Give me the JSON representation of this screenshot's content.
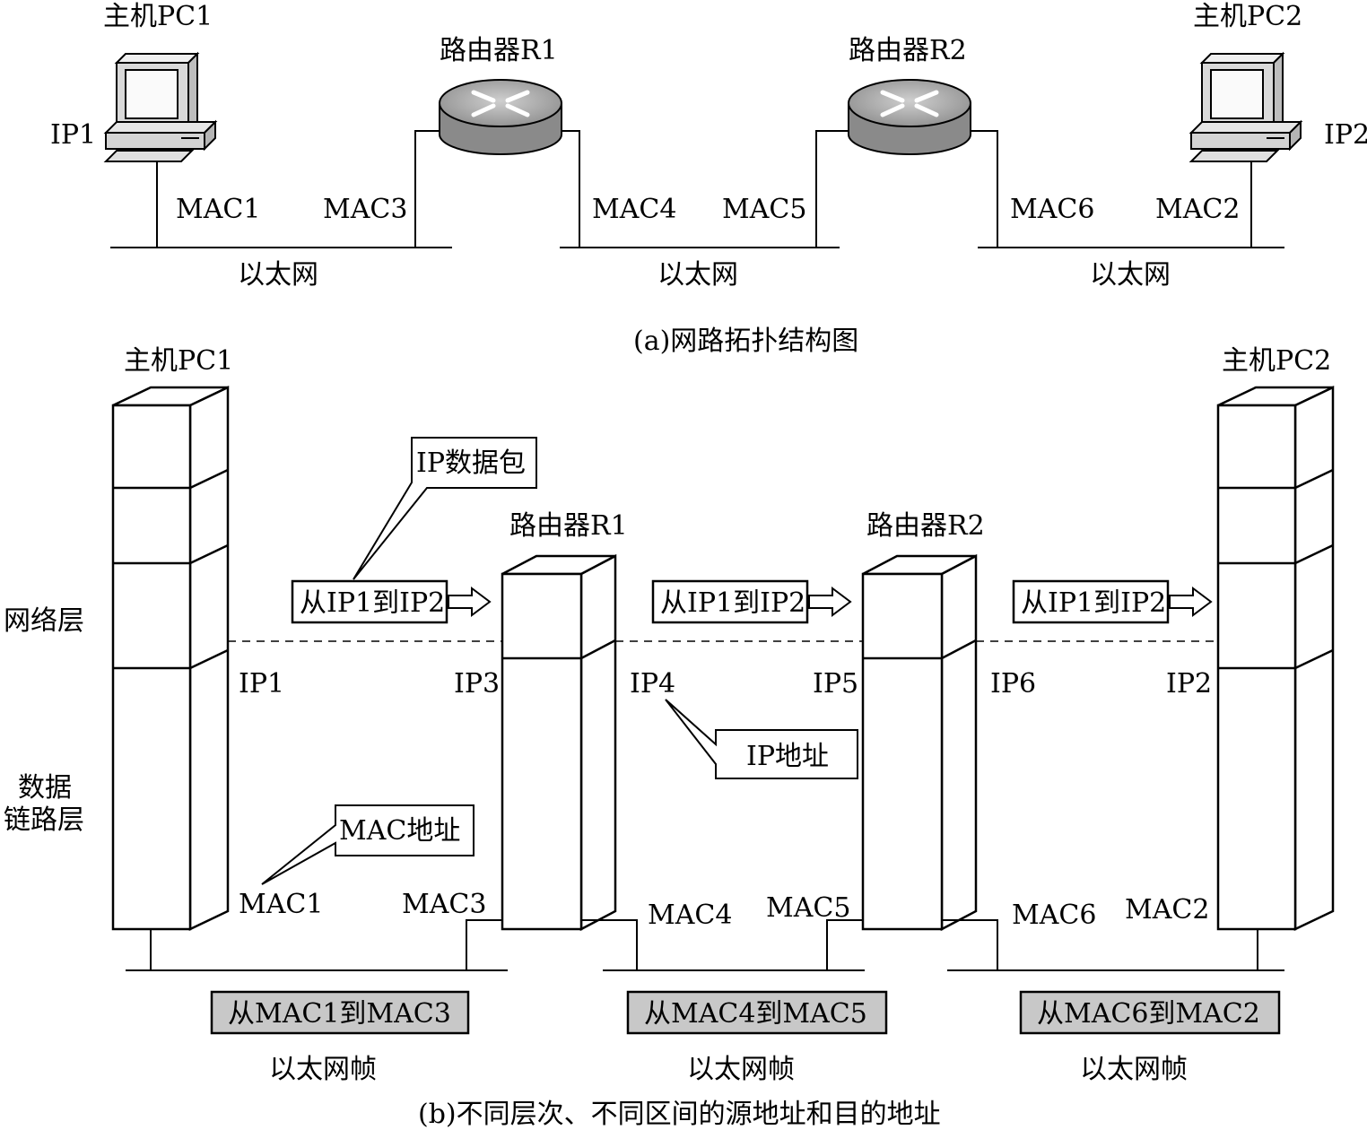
{
  "topology": {
    "pc1": {
      "label": "主机PC1",
      "ip": "IP1"
    },
    "pc2": {
      "label": "主机PC2",
      "ip": "IP2"
    },
    "r1": {
      "label": "路由器R1"
    },
    "r2": {
      "label": "路由器R2"
    },
    "macs": [
      "MAC1",
      "MAC3",
      "MAC4",
      "MAC5",
      "MAC6",
      "MAC2"
    ],
    "networks": [
      "以太网",
      "以太网",
      "以太网"
    ],
    "caption": "(a)网路拓扑结构图"
  },
  "layers": {
    "pc1_label": "主机PC1",
    "pc2_label": "主机PC2",
    "r1_label": "路由器R1",
    "r2_label": "路由器R2",
    "network_layer": "网络层",
    "datalink_layer_line1": "数据",
    "datalink_layer_line2": "链路层",
    "packets": [
      "从IP1到IP2",
      "从IP1到IP2",
      "从IP1到IP2"
    ],
    "ip_packet_callout": "IP数据包",
    "ip_address_callout": "IP地址",
    "mac_address_callout": "MAC地址",
    "ips": [
      "IP1",
      "IP3",
      "IP4",
      "IP5",
      "IP6",
      "IP2"
    ],
    "macs": [
      "MAC1",
      "MAC3",
      "MAC4",
      "MAC5",
      "MAC6",
      "MAC2"
    ],
    "frames": [
      "从MAC1到MAC3",
      "从MAC4到MAC5",
      "从MAC6到MAC2"
    ],
    "frame_labels": [
      "以太网帧",
      "以太网帧",
      "以太网帧"
    ],
    "caption": "(b)不同层次、不同区间的源地址和目的地址"
  },
  "colors": {
    "frame_fill": "#c8c8c8",
    "router_body": "#8a8a8a",
    "router_top": "#a9a9a9",
    "pc_body": "#d9d9d9"
  }
}
